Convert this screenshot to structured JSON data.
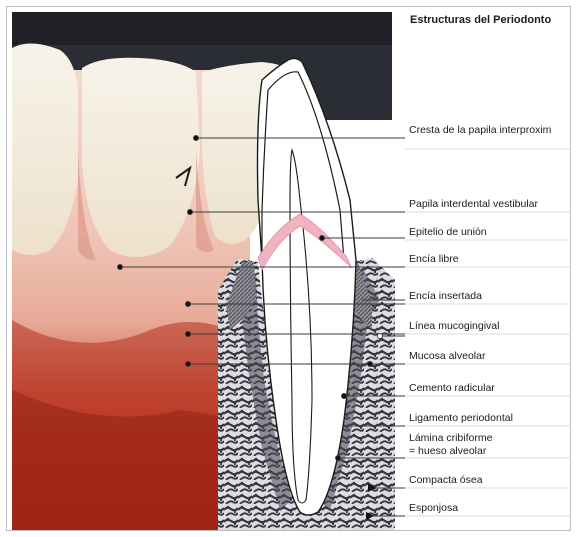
{
  "title": "Estructuras del Periodonto",
  "labels": [
    {
      "id": "cresta",
      "text": "Cresta de la papila interproxim"
    },
    {
      "id": "papila",
      "text": "Papila interdental vestibular"
    },
    {
      "id": "epitelio",
      "text": "Epitelio de unión"
    },
    {
      "id": "encia_libre",
      "text": "Encía libre"
    },
    {
      "id": "encia_insertada",
      "text": "Encía insertada"
    },
    {
      "id": "linea",
      "text": "Línea mucogingival"
    },
    {
      "id": "mucosa",
      "text": "Mucosa alveolar"
    },
    {
      "id": "cemento",
      "text": "Cemento radicular"
    },
    {
      "id": "ligamento",
      "text": "Ligamento periodontal"
    },
    {
      "id": "lamina",
      "text": "Lámina cribiforme"
    },
    {
      "id": "hueso",
      "text": "= hueso alveolar"
    },
    {
      "id": "compacta",
      "text": "Compacta ósea"
    },
    {
      "id": "esponjosa",
      "text": "Esponjosa"
    }
  ],
  "colors": {
    "background_top": "#2a2d33",
    "gum_pink": "#e8b6a6",
    "mucosa_red": "#b6301e",
    "tooth": "#f6efe0",
    "bone_dark": "#3b3b45",
    "leader": "#3a3a3a",
    "junction_pink": "#f2b3c0"
  }
}
